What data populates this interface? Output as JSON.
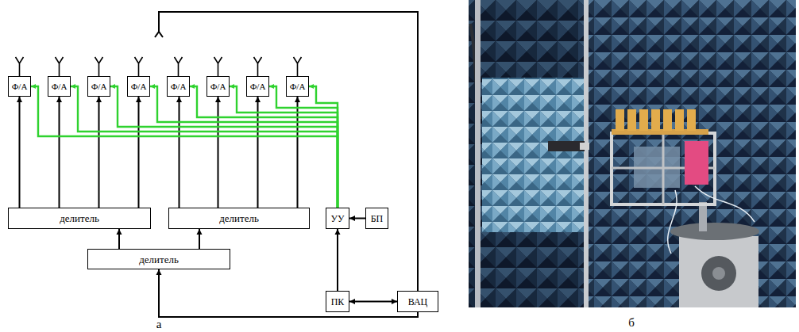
{
  "diagram": {
    "nodes": [
      {
        "text": [
          "Ф/А"
        ]
      },
      {
        "text": [
          "Ф/А"
        ]
      },
      {
        "text": [
          "Ф/А"
        ]
      },
      {
        "text": [
          "Ф/А"
        ]
      },
      {
        "text": [
          "Ф/А"
        ]
      },
      {
        "text": [
          "Ф/А"
        ]
      },
      {
        "text": [
          "Ф/А"
        ]
      },
      {
        "text": [
          "Ф/А"
        ]
      },
      {
        "text": [
          "делитель"
        ]
      },
      {
        "text": [
          "делитель"
        ]
      },
      {
        "text": [
          "УУ"
        ]
      },
      {
        "text": [
          "БП"
        ]
      },
      {
        "text": [
          "делитель"
        ]
      },
      {
        "text": [
          "ПК"
        ]
      },
      {
        "text": [
          "ВАЦ"
        ]
      }
    ],
    "edges": [
      {
        "from": 8,
        "to": 0,
        "arrow": "to"
      },
      {
        "from": 8,
        "to": 1,
        "arrow": "to"
      },
      {
        "from": 8,
        "to": 2,
        "arrow": "to"
      },
      {
        "from": 8,
        "to": 3,
        "arrow": "to"
      },
      {
        "from": 9,
        "to": 4,
        "arrow": "to"
      },
      {
        "from": 9,
        "to": 5,
        "arrow": "to"
      },
      {
        "from": 9,
        "to": 6,
        "arrow": "to"
      },
      {
        "from": 9,
        "to": 7,
        "arrow": "to"
      },
      {
        "from": 12,
        "to": 8,
        "arrow": "to"
      },
      {
        "from": 12,
        "to": 9,
        "arrow": "to"
      },
      {
        "from": 10,
        "to": 0,
        "arrow": "to"
      },
      {
        "from": 10,
        "to": 1,
        "arrow": "to"
      },
      {
        "from": 10,
        "to": 2,
        "arrow": "to"
      },
      {
        "from": 10,
        "to": 3,
        "arrow": "to"
      },
      {
        "from": 10,
        "to": 4,
        "arrow": "to"
      },
      {
        "from": 10,
        "to": 5,
        "arrow": "to"
      },
      {
        "from": 10,
        "to": 6,
        "arrow": "to"
      },
      {
        "from": 10,
        "to": 7,
        "arrow": "to"
      },
      {
        "from": 11,
        "to": 10,
        "arrow": "to"
      },
      {
        "from": 13,
        "to": 10,
        "arrow": "to"
      },
      {
        "from": 13,
        "to": 14,
        "arrow": "both"
      },
      {
        "from": 14,
        "to": 12,
        "arrow": "to"
      }
    ],
    "labels": [
      "а",
      "б"
    ]
  }
}
